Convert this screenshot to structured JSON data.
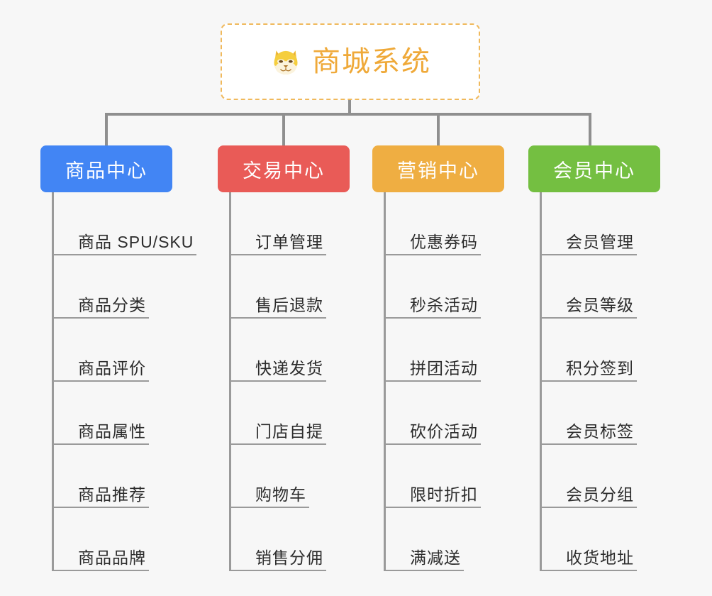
{
  "background_color": "#f7f7f7",
  "root": {
    "title": "商城系统",
    "icon": "shiba-dog-emoji",
    "text_color": "#efa939",
    "border_color": "#f0b95c",
    "fill_color": "#ffffff"
  },
  "connector_color": "#8f8f8f",
  "leaf_line_color": "#9a9a9a",
  "columns": [
    {
      "title": "商品中心",
      "color": "#4285f4",
      "items": [
        "商品 SPU/SKU",
        "商品分类",
        "商品评价",
        "商品属性",
        "商品推荐",
        "商品品牌"
      ]
    },
    {
      "title": "交易中心",
      "color": "#e95b57",
      "items": [
        "订单管理",
        "售后退款",
        "快递发货",
        "门店自提",
        "购物车",
        "销售分佣"
      ]
    },
    {
      "title": "营销中心",
      "color": "#efae42",
      "items": [
        "优惠券码",
        "秒杀活动",
        "拼团活动",
        "砍价活动",
        "限时折扣",
        "满减送"
      ]
    },
    {
      "title": "会员中心",
      "color": "#74bf41",
      "items": [
        "会员管理",
        "会员等级",
        "积分签到",
        "会员标签",
        "会员分组",
        "收货地址"
      ]
    }
  ]
}
